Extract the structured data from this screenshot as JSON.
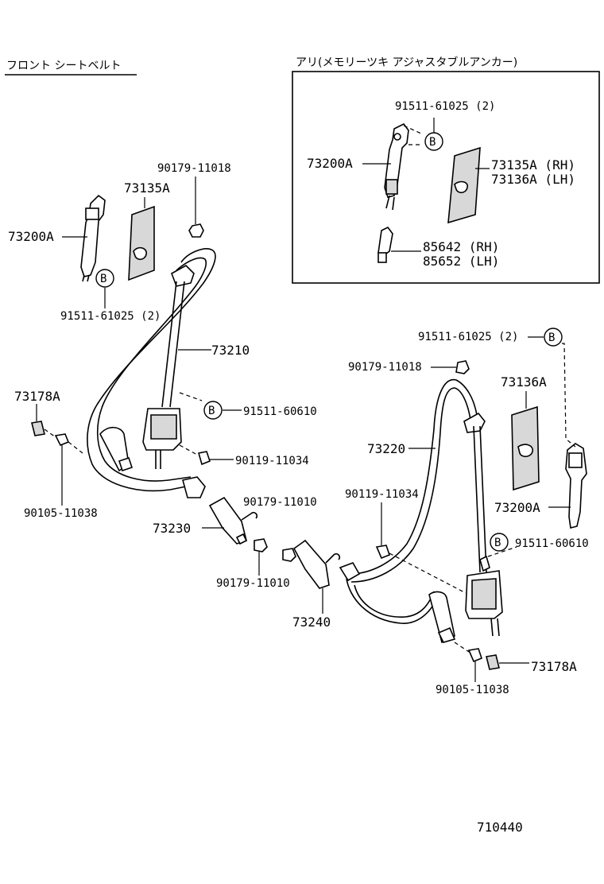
{
  "title_front": "フロント シートベルト",
  "inset_title": "アリ(メモリーツキ アジャスタブルアンカー)",
  "drawing_number": "710440",
  "ref_letter": "B",
  "labels": {
    "inset_91511_61025": "91511-61025 (2)",
    "inset_73200A": "73200A",
    "inset_73135A_RH": "73135A (RH)",
    "inset_73136A_LH": "73136A (LH)",
    "inset_85642_RH": "85642 (RH)",
    "inset_85652_LH": "85652 (LH)",
    "l_90179_11018": "90179-11018",
    "l_73135A": "73135A",
    "l_73200A": "73200A",
    "l_91511_61025": "91511-61025 (2)",
    "l_73210": "73210",
    "l_73178A": "73178A",
    "l_91511_60610": "91511-60610",
    "l_90119_11034": "90119-11034",
    "l_90105_11038": "90105-11038",
    "l_90179_11010a": "90179-11010",
    "l_73230": "73230",
    "l_90179_11010b": "90179-11010",
    "r_91511_61025": "91511-61025 (2)",
    "r_90179_11018": "90179-11018",
    "r_73136A": "73136A",
    "r_73220": "73220",
    "r_90119_11034": "90119-11034",
    "r_73200A": "73200A",
    "r_91511_60610": "91511-60610",
    "r_73240": "73240",
    "r_73178A": "73178A",
    "r_90105_11038": "90105-11038"
  }
}
